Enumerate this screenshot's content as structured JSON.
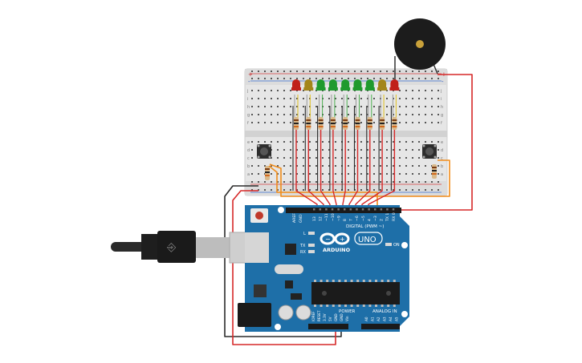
{
  "board": {
    "name": "UNO",
    "brand": "ARDUINO",
    "digital_label": "DIGITAL (PWM ~)",
    "power_label": "POWER",
    "analog_label": "ANALOG IN",
    "on_label": "ON",
    "l_label": "L",
    "tx_label": "TX",
    "rx_label": "RX",
    "aref_label": "AREF",
    "gnd_label": "GND",
    "digital_pins": [
      "13",
      "12",
      "~11",
      "~10",
      "~9",
      "8",
      "7",
      "~6",
      "~5",
      "4",
      "~3",
      "2",
      "TX 1",
      "RX 0"
    ],
    "power_pins": [
      "IOREF",
      "RESET",
      "3.3V",
      "5V",
      "GND",
      "GND",
      "Vin"
    ],
    "analog_pins": [
      "A0",
      "A1",
      "A2",
      "A3",
      "A4",
      "A5"
    ]
  },
  "breadboard": {
    "row_letters_top": [
      "j",
      "i",
      "h",
      "g",
      "f"
    ],
    "row_letters_bottom": [
      "e",
      "d",
      "c",
      "b",
      "a"
    ],
    "plus": "+",
    "minus": "-"
  },
  "colors": {
    "board_blue": "#1e6fa8",
    "wire_red": "#d62828",
    "wire_black": "#2b2b2b",
    "wire_orange": "#f08c1a",
    "led_red": "#c0201a",
    "led_yellow": "#a3861a",
    "led_green": "#1f9a2e"
  },
  "leds": [
    "red",
    "yellow",
    "green",
    "green",
    "green",
    "green",
    "green",
    "yellow",
    "red"
  ]
}
